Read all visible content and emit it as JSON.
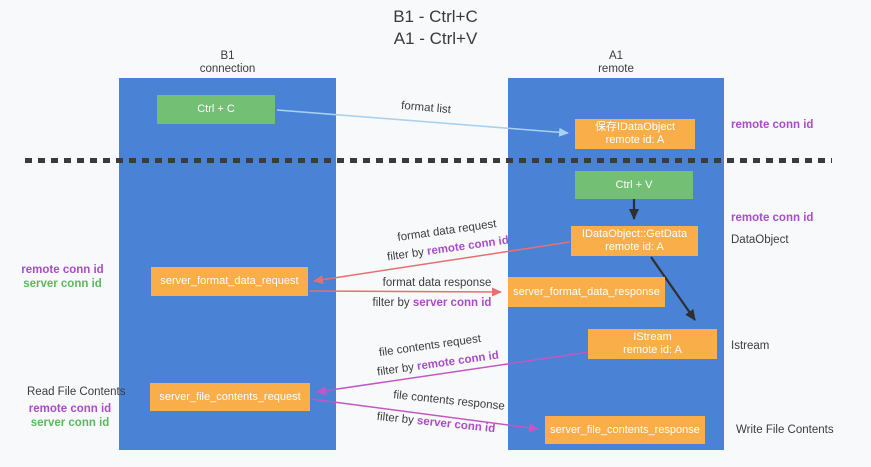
{
  "title": {
    "line1": "B1 - Ctrl+C",
    "line2": "A1 - Ctrl+V"
  },
  "columns": {
    "left": {
      "name": "B1",
      "subtitle": "connection"
    },
    "right": {
      "name": "A1",
      "subtitle": "remote"
    }
  },
  "boxes": {
    "ctrl_c": {
      "label": "Ctrl + C"
    },
    "save_idataobject": {
      "line1": "保存IDataObject",
      "line2": "remote id: A"
    },
    "ctrl_v": {
      "label": "Ctrl + V"
    },
    "getdata": {
      "line1": "IDataObject::GetData",
      "line2": "remote id: A"
    },
    "format_request": {
      "label": "server_format_data_request"
    },
    "format_response": {
      "label": "server_format_data_response"
    },
    "istream": {
      "line1": "IStream",
      "line2": "remote id: A"
    },
    "file_request": {
      "label": "server_file_contents_request"
    },
    "file_response": {
      "label": "server_file_contents_response"
    }
  },
  "arrows": {
    "format_list": "format list",
    "format_data_request": "format data request",
    "format_data_response": "format data response",
    "file_contents_request": "file contents request",
    "file_contents_response": "file contents response",
    "filter_by": "filter by",
    "remote_conn_id": "remote conn id",
    "server_conn_id": "server conn id"
  },
  "side_labels": {
    "remote_conn_id": "remote conn id",
    "server_conn_id": "server conn id",
    "dataobject": "DataObject",
    "istream": "Istream",
    "read_file_contents": "Read File Contents",
    "write_file_contents": "Write File Contents"
  },
  "colors": {
    "column_blue": "#4a82d6",
    "box_orange": "#f9ae49",
    "box_green": "#73bf74",
    "arrow_light_blue": "#a9d2f0",
    "arrow_red": "#e57070",
    "arrow_magenta": "#c357c3",
    "arrow_black": "#2f2f2f",
    "text_purple": "#a94dc8",
    "text_green": "#5cb85f",
    "text_dark": "#3c3c3c"
  }
}
